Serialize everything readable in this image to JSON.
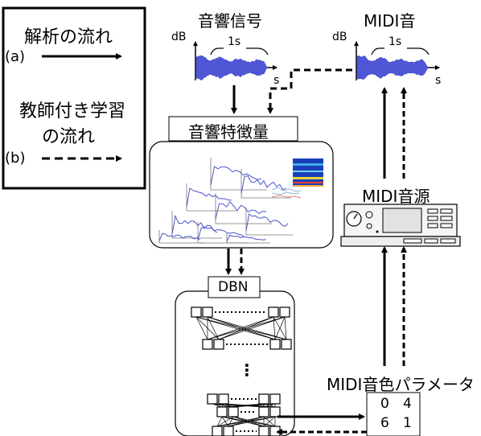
{
  "legend": {
    "analysis_flow": "解析の流れ",
    "a_marker": "(a)",
    "supervised_flow_line1": "教師付き学習",
    "supervised_flow_line2": "の流れ",
    "b_marker": "(b)"
  },
  "acoustic_signal": {
    "title": "音響信号",
    "db_label": "dB",
    "duration_label": "1s",
    "time_label": "s"
  },
  "midi_sound": {
    "title": "MIDI音",
    "db_label": "dB",
    "duration_label": "1s",
    "time_label": "s"
  },
  "features": {
    "title": "音響特徴量"
  },
  "dbn": {
    "title": "DBN",
    "ellipsis": "⋮"
  },
  "midi_source": {
    "title": "MIDI音源"
  },
  "timbre_params": {
    "title": "MIDI音色パラメータ",
    "values": [
      "0",
      "4",
      "6",
      "1"
    ]
  },
  "colors": {
    "waveform": "#4f57d6",
    "plot_line": "#4755c8",
    "ink": "#000000"
  }
}
